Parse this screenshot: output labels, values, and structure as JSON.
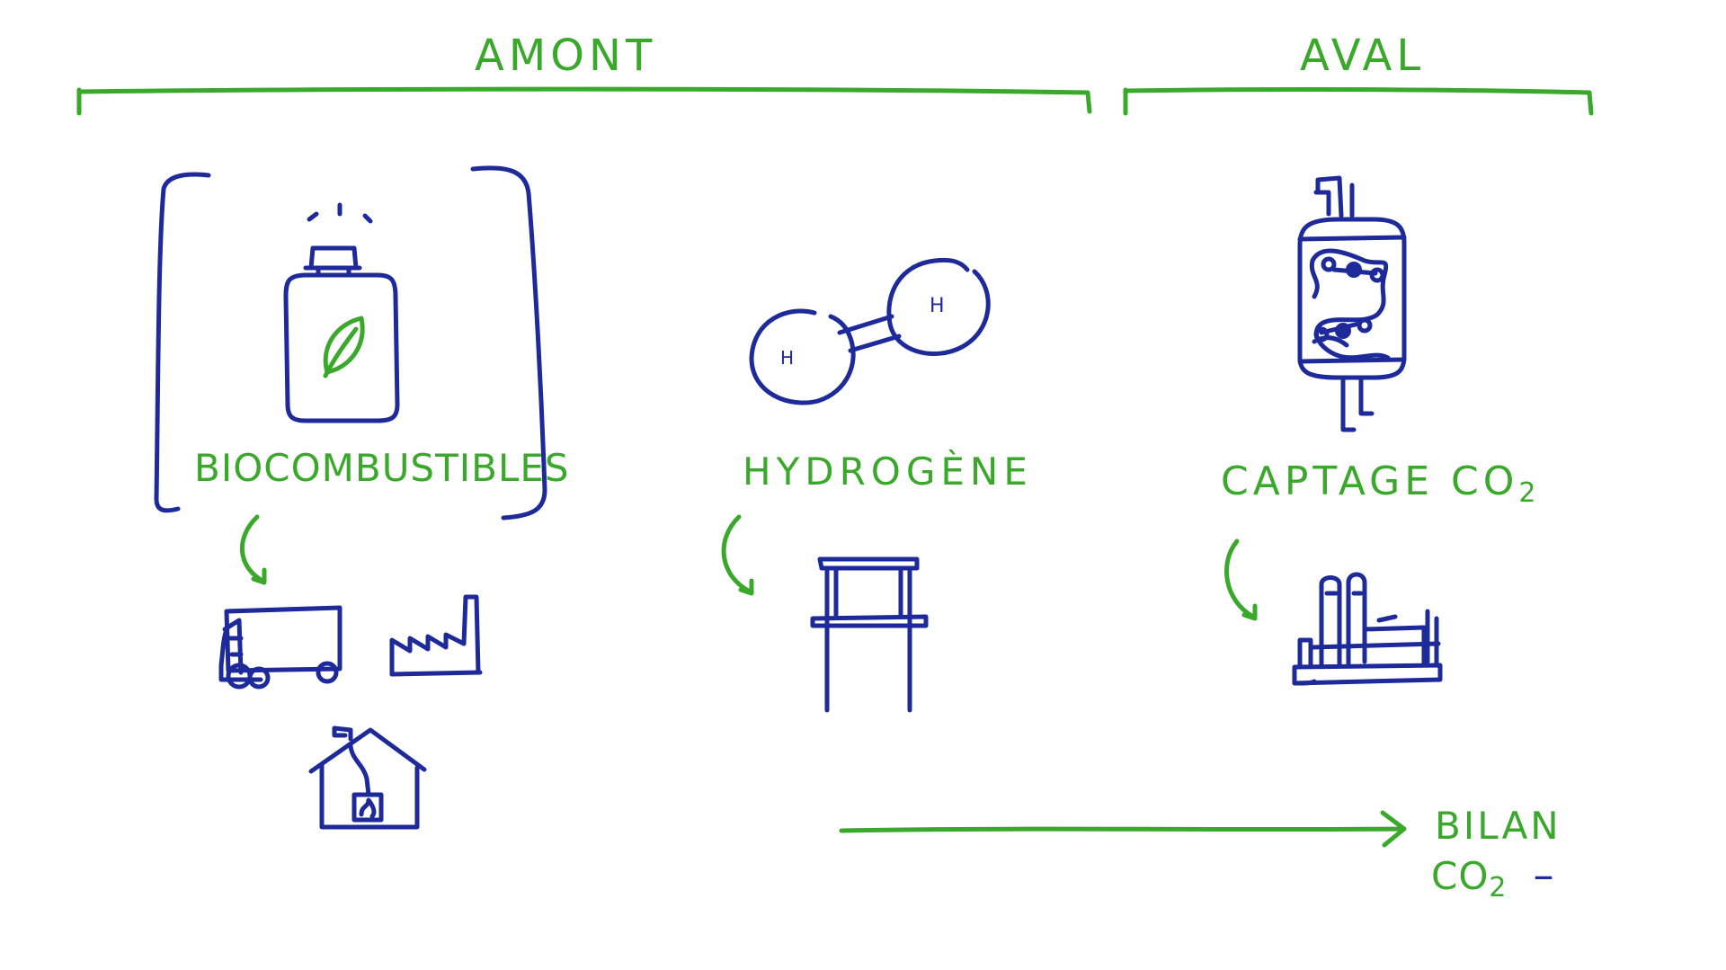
{
  "labels": {
    "amont": "AMONT",
    "aval": "AVAL",
    "biocombustibles": "BIOCOMBUSTIBLES",
    "hydrogene": "HYDROGÈNE",
    "captage": "CAPTAGE CO",
    "captage_sub": "2",
    "bilan_line1": "BILAN",
    "bilan_line2": "CO",
    "bilan_sub": "2",
    "bilan_sign": "–",
    "h_left": "H",
    "h_right": "H"
  },
  "colors": {
    "green": "#3aa82a",
    "blue": "#1e2a9a"
  },
  "icons": [
    "gas-bottle-leaf-icon",
    "hydrogen-molecule-icon",
    "co2-capture-tank-icon",
    "truck-icon",
    "factory-icon",
    "house-heating-icon",
    "pipe-column-icon",
    "industrial-plant-icon"
  ]
}
